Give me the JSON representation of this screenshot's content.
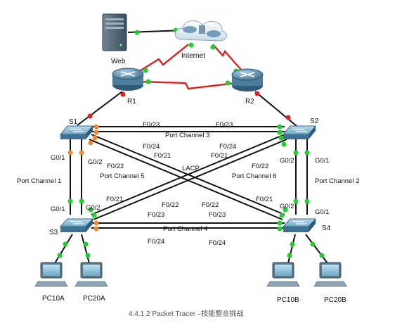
{
  "devices": {
    "web": "Web",
    "internet": "Internet",
    "r1": "R1",
    "r2": "R2",
    "s1": "S1",
    "s2": "S2",
    "s3": "S3",
    "s4": "S4",
    "pc10a": "PC10A",
    "pc20a": "PC20A",
    "pc10b": "PC10B",
    "pc20b": "PC20B"
  },
  "port_labels": {
    "s1_s2_f023_left": "F0/23",
    "s1_s2_f023_right": "F0/23",
    "pc3": "Port Channel 3",
    "f024_s1": "F0/24",
    "f021_s1": "F0/21",
    "f024_s2": "F0/24",
    "f021_s2": "F0/21",
    "g01_s1": "G0/1",
    "g02_s1": "G0/2",
    "f022_s1": "F0/22",
    "pc5": "Port Channel 5",
    "lacp": "LACP",
    "f022_s2": "F0/22",
    "pc6": "Port Channel 6",
    "g02_s2": "G0/2",
    "g01_s2": "G0/1",
    "pc1": "Port Channel 1",
    "pc2": "Port Channel 2",
    "f021_s3": "F0/21",
    "f022_s3": "F0/22",
    "f022_s4": "F0/22",
    "f021_s4": "F0/21",
    "g01_s3": "G0/1",
    "g02_s3": "G0/2",
    "g02_s4": "G0/2",
    "g01_s4": "G0/1",
    "f023_s3": "F0/23",
    "f023_s4": "F0/23",
    "pc4": "Port Channel 4",
    "f024_s3": "F0/24",
    "f024_s4": "F0/24"
  },
  "caption": "4.4.1.2 Packet Tracer –技能整合挑战",
  "colors": {
    "link_up": "#1ecf2d",
    "link_down": "#e0201c",
    "link_blocking": "#f0883a",
    "serial_link": "#e0201c"
  }
}
